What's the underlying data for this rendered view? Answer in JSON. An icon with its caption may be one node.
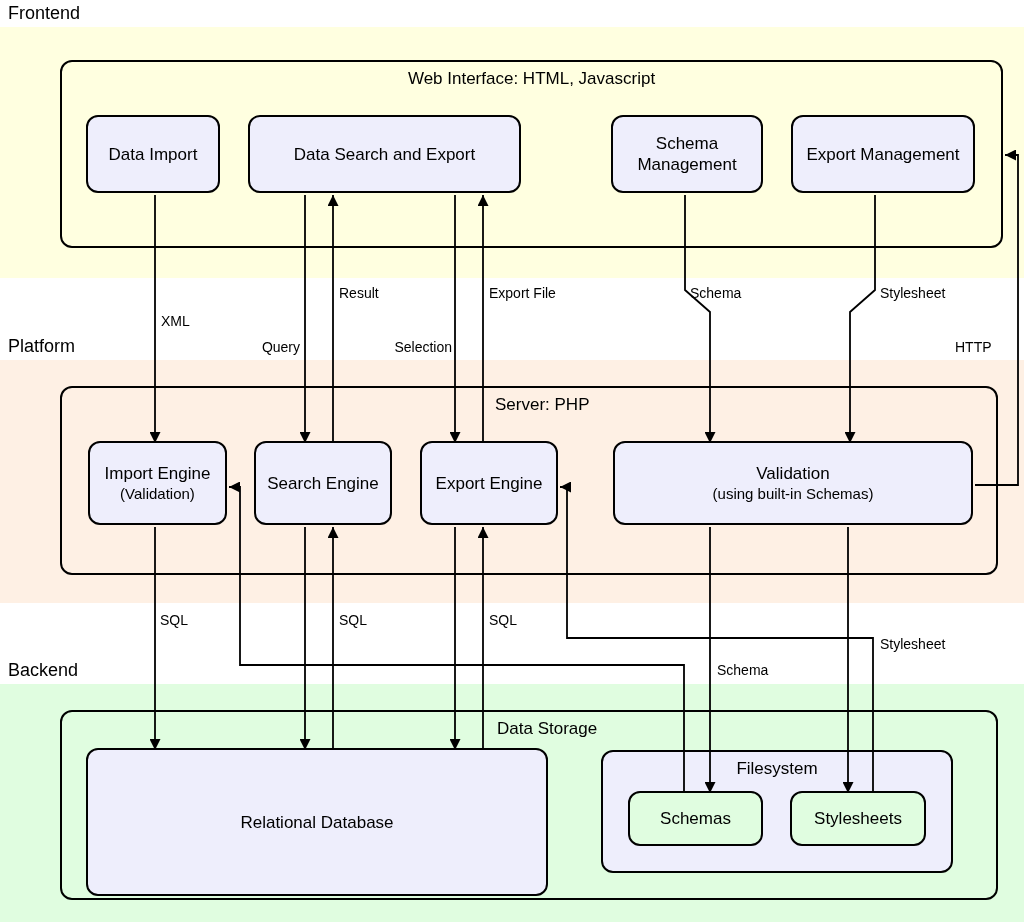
{
  "diagram": {
    "nodes": [
      {
        "text": [
          "Frontend"
        ]
      },
      {
        "text": [
          "Web Interface: HTML, Javascript"
        ],
        "in": 0
      },
      {
        "text": [
          "Data Import"
        ],
        "in": 1
      },
      {
        "text": [
          "Data Search and Export"
        ],
        "in": 1
      },
      {
        "text": [
          "Schema Management"
        ],
        "in": 1
      },
      {
        "text": [
          "Export Management"
        ],
        "in": 1
      },
      {
        "text": [
          "Platform"
        ]
      },
      {
        "text": [
          "Server: PHP"
        ],
        "in": 6
      },
      {
        "text": [
          "Import Engine",
          "(Validation)"
        ],
        "in": 7
      },
      {
        "text": [
          "Search Engine"
        ],
        "in": 7
      },
      {
        "text": [
          "Export Engine"
        ],
        "in": 7
      },
      {
        "text": [
          "Validation",
          "(using built-in Schemas)"
        ],
        "in": 7
      },
      {
        "text": [
          "Backend"
        ]
      },
      {
        "text": [
          "Data Storage"
        ],
        "in": 12
      },
      {
        "text": [
          "Relational Database"
        ],
        "in": 13
      },
      {
        "text": [
          "Filesystem"
        ],
        "in": 13
      },
      {
        "text": [
          "Schemas"
        ],
        "in": 15
      },
      {
        "text": [
          "Stylesheets"
        ],
        "in": 15
      }
    ],
    "edges": [
      {
        "from": 2,
        "to": 8,
        "arrow": "to",
        "label": "XML"
      },
      {
        "from": 3,
        "to": 9,
        "arrow": "to",
        "label": "Query"
      },
      {
        "from": 9,
        "to": 3,
        "arrow": "to",
        "label": "Result"
      },
      {
        "from": 3,
        "to": 10,
        "arrow": "to",
        "label": "Selection"
      },
      {
        "from": 10,
        "to": 3,
        "arrow": "to",
        "label": "Export File"
      },
      {
        "from": 4,
        "to": 11,
        "arrow": "to",
        "label": "Schema"
      },
      {
        "from": 5,
        "to": 11,
        "arrow": "to",
        "label": "Stylesheet"
      },
      {
        "from": 11,
        "to": 1,
        "arrow": "to",
        "label": "HTTP"
      },
      {
        "from": 8,
        "to": 14,
        "arrow": "to",
        "label": "SQL"
      },
      {
        "from": 9,
        "to": 14,
        "arrow": "to"
      },
      {
        "from": 14,
        "to": 9,
        "arrow": "to",
        "label": "SQL"
      },
      {
        "from": 10,
        "to": 14,
        "arrow": "to"
      },
      {
        "from": 14,
        "to": 10,
        "arrow": "to",
        "label": "SQL"
      },
      {
        "from": 11,
        "to": 16,
        "arrow": "to",
        "label": "Schema"
      },
      {
        "from": 11,
        "to": 17,
        "arrow": "to"
      },
      {
        "from": 16,
        "to": 8,
        "arrow": "to"
      },
      {
        "from": 17,
        "to": 10,
        "arrow": "to",
        "label": "Stylesheet"
      }
    ]
  }
}
